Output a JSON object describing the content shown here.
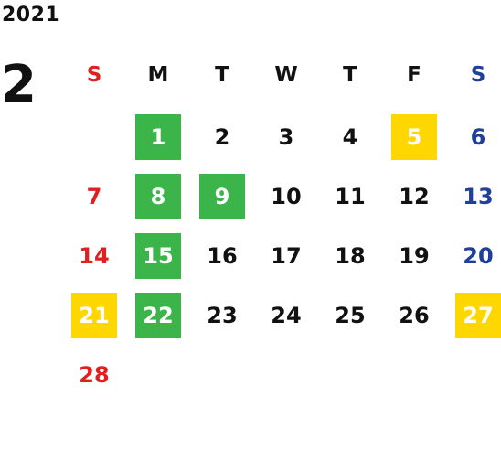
{
  "year": "2021",
  "month": "2",
  "colors": {
    "sunday": "#e02020",
    "saturday": "#1f3f9c",
    "weekday": "#111111",
    "green_highlight": "#3bb54a",
    "yellow_highlight": "#ffd700"
  },
  "weekdays": [
    "S",
    "M",
    "T",
    "W",
    "T",
    "F",
    "S"
  ],
  "days": [
    {
      "n": "1",
      "col": 1,
      "row": 0,
      "hl": "green"
    },
    {
      "n": "2",
      "col": 2,
      "row": 0,
      "hl": ""
    },
    {
      "n": "3",
      "col": 3,
      "row": 0,
      "hl": ""
    },
    {
      "n": "4",
      "col": 4,
      "row": 0,
      "hl": ""
    },
    {
      "n": "5",
      "col": 5,
      "row": 0,
      "hl": "yellow"
    },
    {
      "n": "6",
      "col": 6,
      "row": 0,
      "hl": ""
    },
    {
      "n": "7",
      "col": 0,
      "row": 1,
      "hl": ""
    },
    {
      "n": "8",
      "col": 1,
      "row": 1,
      "hl": "green"
    },
    {
      "n": "9",
      "col": 2,
      "row": 1,
      "hl": "green"
    },
    {
      "n": "10",
      "col": 3,
      "row": 1,
      "hl": ""
    },
    {
      "n": "11",
      "col": 4,
      "row": 1,
      "hl": ""
    },
    {
      "n": "12",
      "col": 5,
      "row": 1,
      "hl": ""
    },
    {
      "n": "13",
      "col": 6,
      "row": 1,
      "hl": ""
    },
    {
      "n": "14",
      "col": 0,
      "row": 2,
      "hl": ""
    },
    {
      "n": "15",
      "col": 1,
      "row": 2,
      "hl": "green"
    },
    {
      "n": "16",
      "col": 2,
      "row": 2,
      "hl": ""
    },
    {
      "n": "17",
      "col": 3,
      "row": 2,
      "hl": ""
    },
    {
      "n": "18",
      "col": 4,
      "row": 2,
      "hl": ""
    },
    {
      "n": "19",
      "col": 5,
      "row": 2,
      "hl": ""
    },
    {
      "n": "20",
      "col": 6,
      "row": 2,
      "hl": ""
    },
    {
      "n": "21",
      "col": 0,
      "row": 3,
      "hl": "yellow"
    },
    {
      "n": "22",
      "col": 1,
      "row": 3,
      "hl": "green"
    },
    {
      "n": "23",
      "col": 2,
      "row": 3,
      "hl": ""
    },
    {
      "n": "24",
      "col": 3,
      "row": 3,
      "hl": ""
    },
    {
      "n": "25",
      "col": 4,
      "row": 3,
      "hl": ""
    },
    {
      "n": "26",
      "col": 5,
      "row": 3,
      "hl": ""
    },
    {
      "n": "27",
      "col": 6,
      "row": 3,
      "hl": "yellow"
    },
    {
      "n": "28",
      "col": 0,
      "row": 4,
      "hl": ""
    }
  ]
}
